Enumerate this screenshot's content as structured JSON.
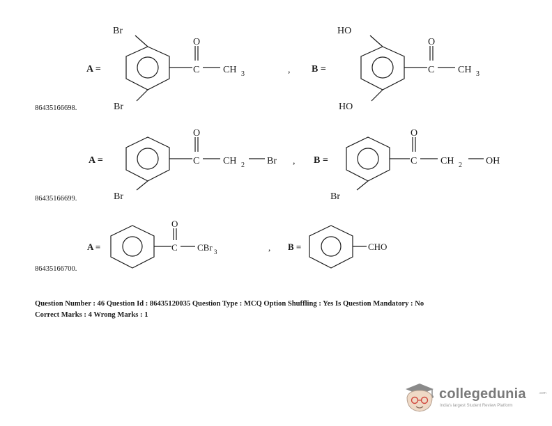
{
  "options": [
    {
      "id": "86435166698.",
      "a_label": "A =",
      "b_label": "B =",
      "separator": ",",
      "a_substituents": [
        "Br",
        "Br"
      ],
      "a_chain": [
        "O",
        "C",
        "CH",
        "3"
      ],
      "b_substituents": [
        "HO",
        "HO"
      ],
      "b_chain": [
        "O",
        "C",
        "CH",
        "3"
      ]
    },
    {
      "id": "86435166699.",
      "a_label": "A =",
      "b_label": "B =",
      "separator": ",",
      "a_substituents": [
        "Br"
      ],
      "a_chain": [
        "O",
        "C",
        "CH",
        "2",
        "Br"
      ],
      "b_substituents": [
        "Br"
      ],
      "b_chain": [
        "O",
        "C",
        "CH",
        "2",
        "OH"
      ]
    },
    {
      "id": "86435166700.",
      "a_label": "A =",
      "b_label": "B =",
      "separator": ",",
      "a_chain": [
        "O",
        "C",
        "CBr",
        "3"
      ],
      "b_chain": [
        "CHO"
      ]
    }
  ],
  "question_meta": {
    "line1": "Question Number : 46 Question Id : 86435120035 Question Type : MCQ Option Shuffling : Yes Is Question Mandatory : No",
    "line2": "Correct Marks : 4 Wrong Marks : 1"
  },
  "branding": {
    "name": "collegedunia",
    "tagline": "India's largest Student Review Platform",
    "tld": ".com",
    "icon": "graduate-mascot-icon",
    "color": "#7a7a7a"
  }
}
